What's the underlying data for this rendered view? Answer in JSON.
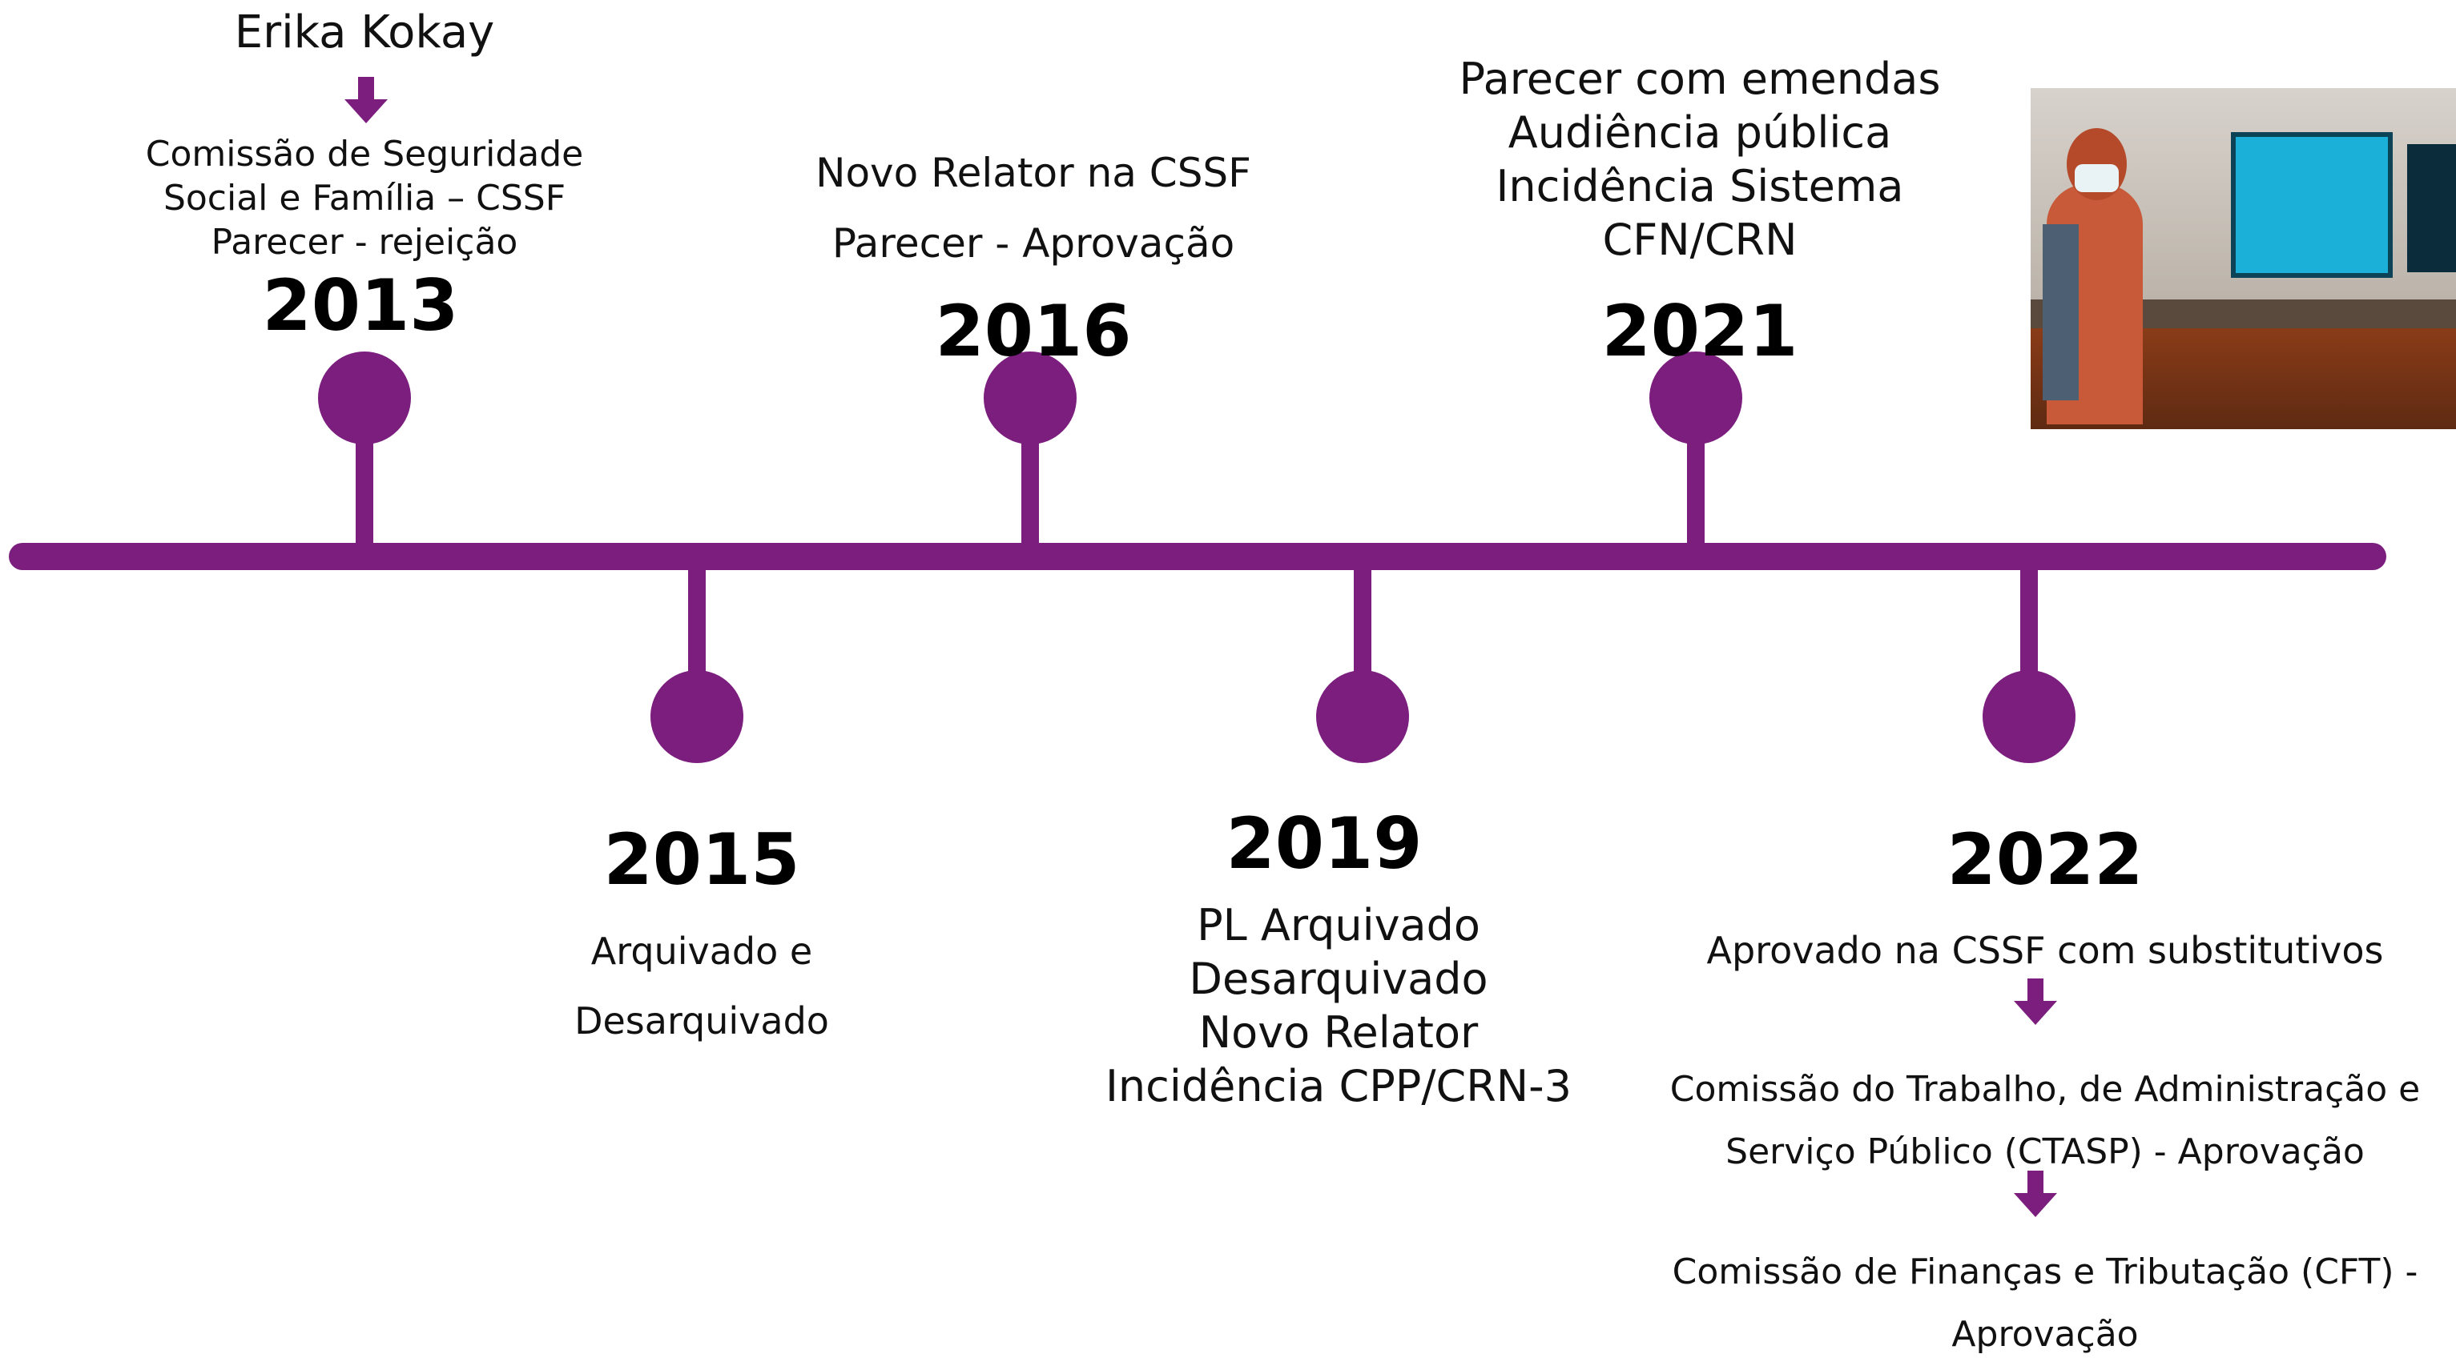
{
  "colors": {
    "accent": "#7b1e7e",
    "text": "#111111",
    "year": "#000000"
  },
  "top_note": "Erika Kokay",
  "events": [
    {
      "year": "2013",
      "lines": [
        "Comissão de Seguridade",
        "Social e Família – CSSF",
        "Parecer - rejeição"
      ]
    },
    {
      "year": "2015",
      "lines": [
        "Arquivado e",
        "Desarquivado"
      ]
    },
    {
      "year": "2016",
      "lines": [
        "Novo Relator na CSSF",
        "Parecer - Aprovação"
      ]
    },
    {
      "year": "2019",
      "lines": [
        "PL Arquivado",
        "Desarquivado",
        "Novo Relator",
        "Incidência CPP/CRN-3"
      ]
    },
    {
      "year": "2021",
      "lines": [
        "Parecer com emendas",
        "Audiência pública",
        "Incidência Sistema",
        "CFN/CRN"
      ]
    },
    {
      "year": "2022",
      "lines": [
        "Aprovado na CSSF com substitutivos"
      ],
      "steps": [
        [
          "Comissão do Trabalho, de Administração e",
          "Serviço Público (CTASP) - Aprovação"
        ],
        [
          "Comissão de Finanças e Tributação (CFT)  -",
          "Aprovação"
        ]
      ]
    }
  ],
  "photo": {
    "alt_name": "audiencia-publica-photo"
  }
}
